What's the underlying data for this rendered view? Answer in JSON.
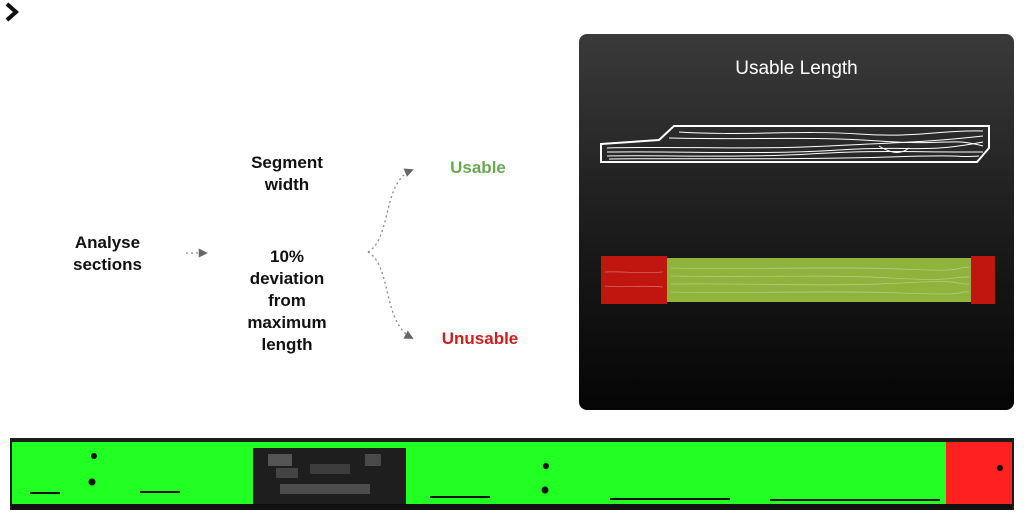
{
  "flow": {
    "input_label": "Analyse\nsections",
    "condition_line1": "Segment\nwidth",
    "operator_icon": "chevron-right-icon",
    "condition_line2": "10%\ndeviation\nfrom\nmaximum\nlength",
    "outcome_usable": "Usable",
    "outcome_unusable": "Unusable"
  },
  "panel": {
    "title": "Usable Length"
  },
  "colors": {
    "usable": "#6aa84f",
    "unusable": "#cc1f1f",
    "board_usable": "#8fb33d",
    "board_unusable": "#c1150f",
    "scan_usable": "#22ff22",
    "scan_unusable": "#ff2020"
  }
}
